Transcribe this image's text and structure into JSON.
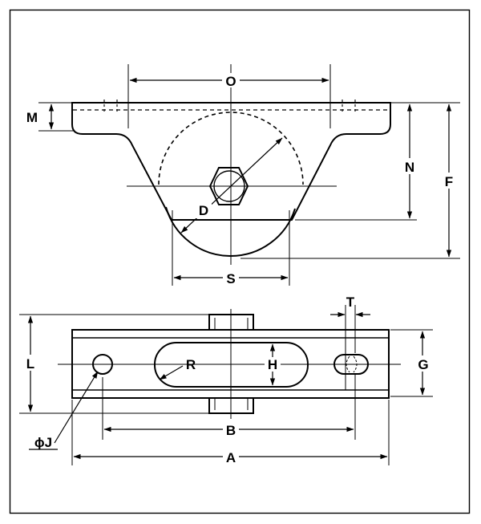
{
  "diagram": {
    "labels": {
      "O": "O",
      "M": "M",
      "N": "N",
      "F": "F",
      "D": "D",
      "S": "S",
      "T": "T",
      "L": "L",
      "R": "R",
      "H": "H",
      "G": "G",
      "B": "B",
      "A": "A",
      "J": "ϕJ"
    }
  }
}
